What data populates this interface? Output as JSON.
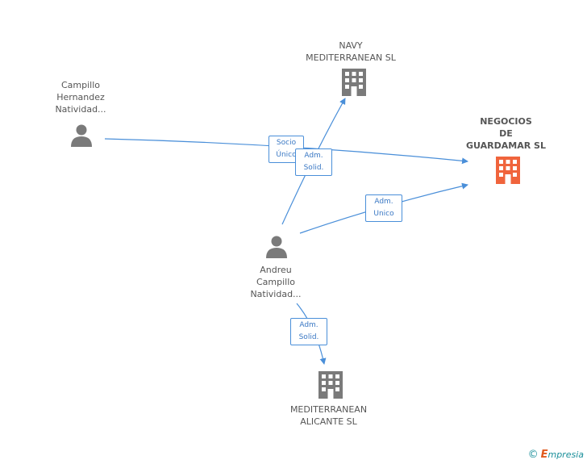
{
  "nodes": {
    "person_top": {
      "label": "Campillo\nHernandez\nNatividad..."
    },
    "navy": {
      "label": "NAVY\nMEDITERRANEAN SL"
    },
    "negocios": {
      "label": "NEGOCIOS\nDE\nGUARDAMAR SL"
    },
    "person_mid": {
      "label": "Andreu\nCampillo\nNatividad..."
    },
    "alicante": {
      "label": "MEDITERRANEAN\nALICANTE SL"
    }
  },
  "edges": {
    "socio": "Socio\nÚnico",
    "adm1": "Adm.\nSolid.",
    "adm_unico": "Adm.\nUnico",
    "adm2": "Adm.\nSolid."
  },
  "colors": {
    "edge": "#4a8fd9",
    "icon": "#7a7a7a",
    "focus_icon": "#f0643c"
  },
  "icons": {
    "person": "person-icon",
    "company": "building-icon",
    "focus_company": "building-icon"
  },
  "brand": {
    "copyright": "©",
    "initial": "E",
    "name": "mpresia"
  }
}
